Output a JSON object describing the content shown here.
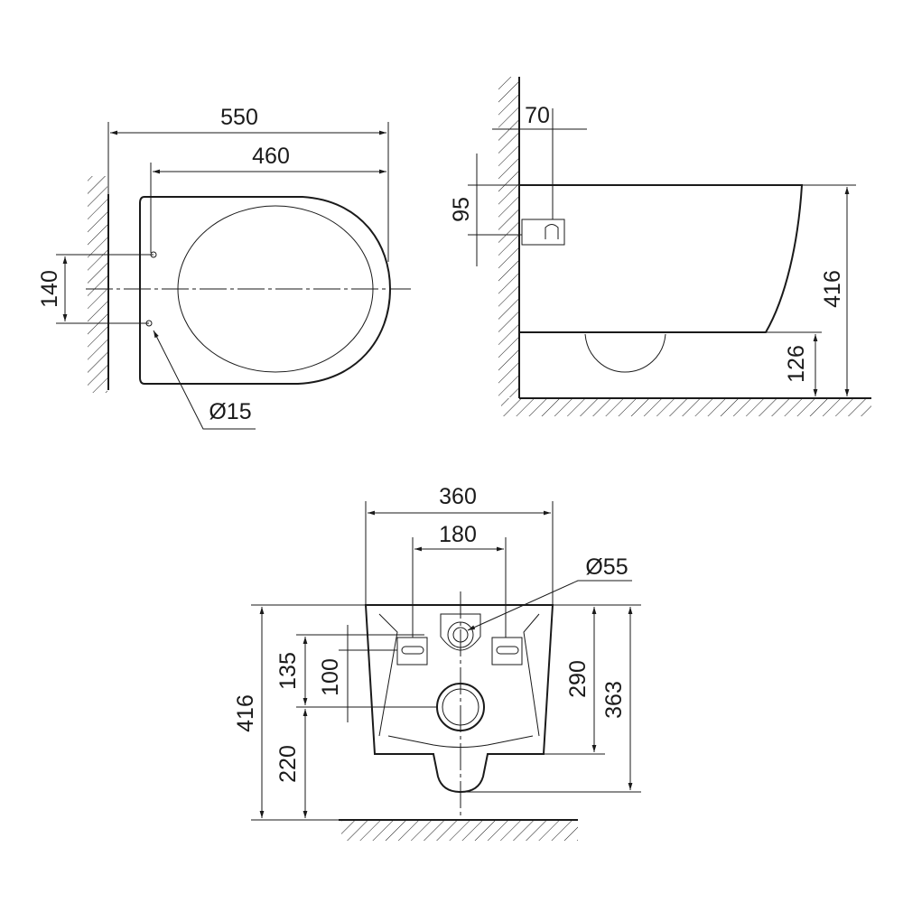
{
  "top_view": {
    "overall_length": "550",
    "seat_length": "460",
    "hole_spacing": "140",
    "hole_diameter": "Ø15"
  },
  "side_view": {
    "pipe_offset": "70",
    "pipe_height": "95",
    "overall_height": "416",
    "bowl_bottom_height": "126"
  },
  "front_view": {
    "width": "360",
    "bolt_spacing": "180",
    "inlet_diameter": "Ø55",
    "overall_height": "416",
    "bolt_vertical": "135",
    "outlet_offset": "100",
    "outlet_height": "220",
    "bolt_height": "290",
    "inlet_height": "363"
  },
  "colors": {
    "line": "#1a1a1a",
    "background": "#ffffff"
  }
}
